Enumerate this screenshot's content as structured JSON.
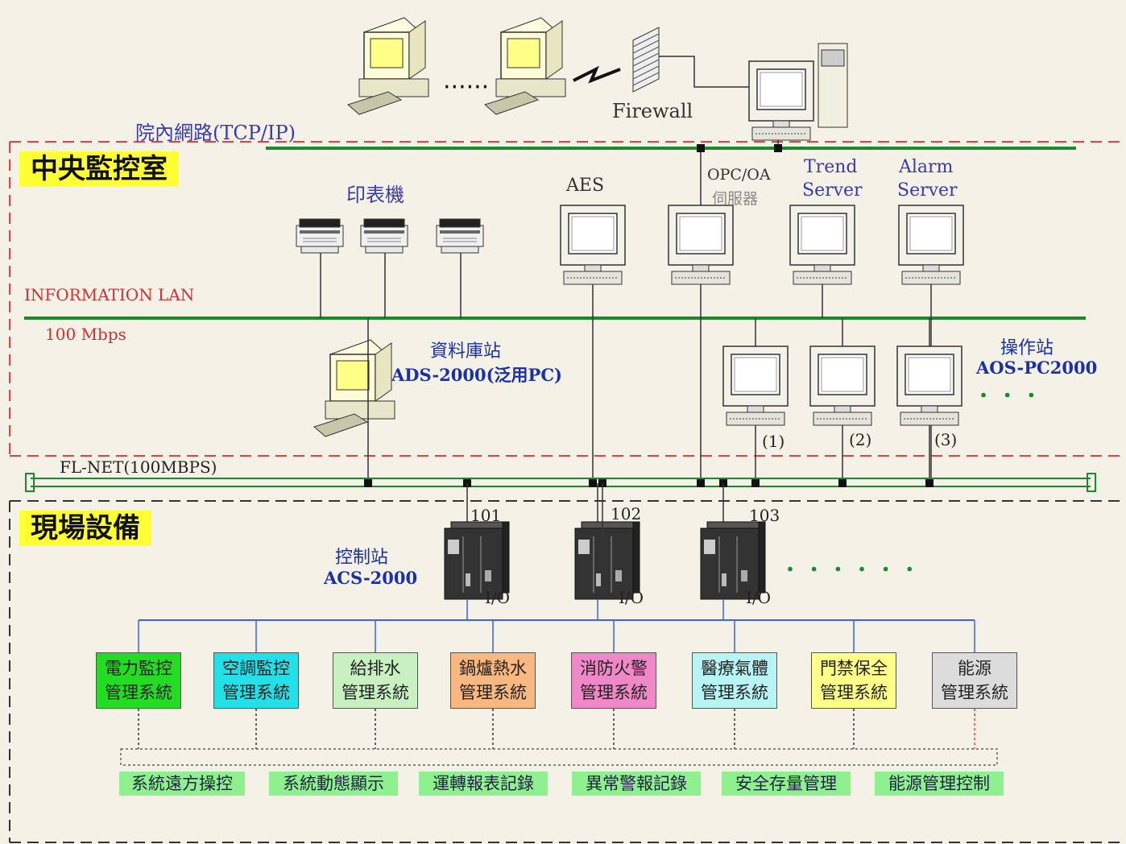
{
  "sections": {
    "central_label": "中央監控室",
    "field_label": "現場設備"
  },
  "networks": {
    "campus": "院內網路(TCP/IP)",
    "info_lan": "INFORMATION LAN",
    "info_speed": "100 Mbps",
    "flnet": "FL-NET(100MBPS)"
  },
  "devices": {
    "firewall": "Firewall",
    "printers": "印表機",
    "aes": "AES",
    "opc_line1": "OPC/OA",
    "opc_line2": "伺服器",
    "trend_line1": "Trend",
    "trend_line2": "Server",
    "alarm_line1": "Alarm",
    "alarm_line2": "Server",
    "database_line1": "資料庫站",
    "database_line2": "ADS-2000(泛用PC)",
    "operator_line1": "操作站",
    "operator_line2": "AOS-PC2000",
    "operator_more": "・ ・ ・",
    "op1": "(1)",
    "op2": "(2)",
    "op3": "(3)",
    "control_line1": "控制站",
    "control_line2": "ACS-2000",
    "ctrl_101": "101",
    "ctrl_102": "102",
    "ctrl_103": "103",
    "io": "I/O",
    "ctrl_more": "・ ・ ・ ・ ・ ・"
  },
  "systems": [
    {
      "line1": "電力監控",
      "line2": "管理系統",
      "color": "#22dd22"
    },
    {
      "line1": "空調監控",
      "line2": "管理系統",
      "color": "#22e0e8"
    },
    {
      "line1": "給排水",
      "line2": "管理系統",
      "color": "#c8f0c0"
    },
    {
      "line1": "鍋爐熱水",
      "line2": "管理系統",
      "color": "#f8b880"
    },
    {
      "line1": "消防火警",
      "line2": "管理系統",
      "color": "#f088c8"
    },
    {
      "line1": "醫療氣體",
      "line2": "管理系統",
      "color": "#b8f4f4"
    },
    {
      "line1": "門禁保全",
      "line2": "管理系統",
      "color": "#ffff88"
    },
    {
      "line1": "能源",
      "line2": "管理系統",
      "color": "#dcdcdc"
    }
  ],
  "functions": [
    "系統遠方操控",
    "系統動態顯示",
    "運轉報表記錄",
    "異常警報記錄",
    "安全存量管理",
    "能源管理控制"
  ],
  "colors": {
    "lan_green": "#1a8a2a",
    "red_dash": "#e84040",
    "bus_blue": "#4060e0",
    "label_blue": "#1a2fa8",
    "tag_yellow": "#ffff33"
  }
}
